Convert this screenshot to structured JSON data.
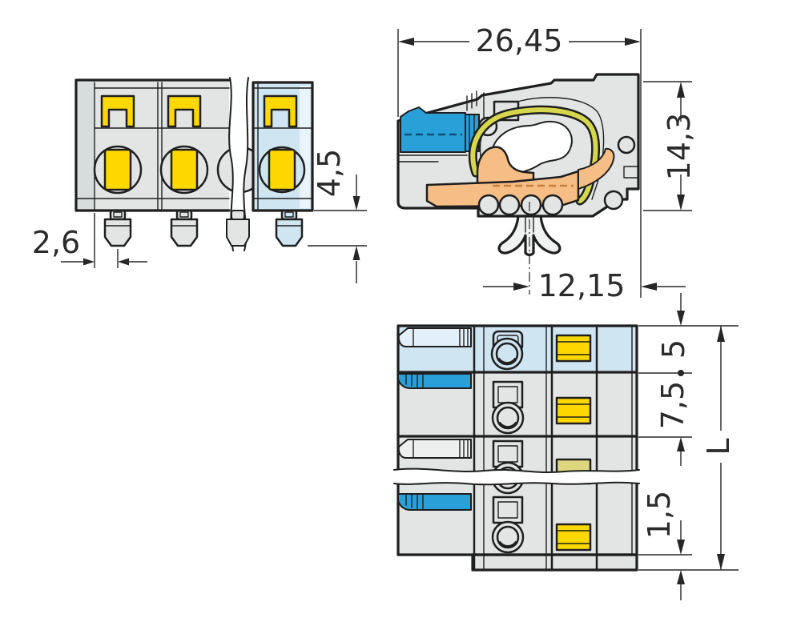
{
  "drawing": {
    "type": "technical-dimension-drawing",
    "subject": "multi-pole-terminal-connector",
    "background": "#ffffff",
    "colors": {
      "outline": "#1f1f1f",
      "dimension": "#262626",
      "housing_gray": "#e3e5e5",
      "housing_gray_dark": "#d8dcdc",
      "housing_light": "#eef0f0",
      "highlight_light_blue": "#cfe5f2",
      "pale_blue_strip": "#e9f3fa",
      "lever_light": "#e3f0f9",
      "lever_blue": "#29a0d8",
      "lever_blue_dark": "#0b4f74",
      "marker_yellow": "#ffd800",
      "marker_yellow_dim": "#ded67e",
      "busbar_orange": "#f6bd85",
      "busbar_orange_dark": "#c8803d",
      "spring_olive": "#d6d74e",
      "foot_fill": "#f0f2f2",
      "white": "#ffffff"
    },
    "views": {
      "front": {
        "dims": {
          "edge_to_pin": "2,6",
          "pin_length": "4,5"
        }
      },
      "side": {
        "dims": {
          "overall_width": "26,45",
          "overall_height": "14,3",
          "foot_to_edge": "12,15"
        }
      },
      "top": {
        "dims": {
          "end_section": "5",
          "pole_pitch": "7,5",
          "bottom_lip": "1,5",
          "overall_length": "L"
        }
      }
    }
  }
}
